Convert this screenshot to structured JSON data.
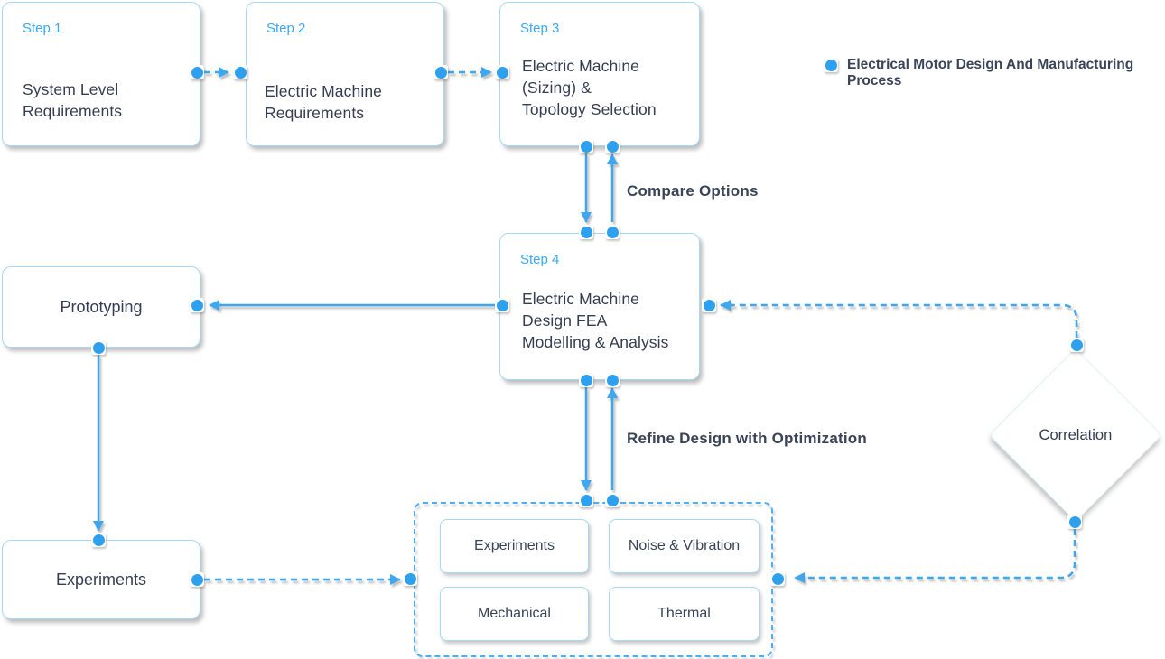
{
  "colors": {
    "accent_blue": "#3fa6f0",
    "handle_blue": "#2fa0ee",
    "box_border_blue": "#a6d9f8",
    "group_border_blue": "#4faef2",
    "step_label_blue": "#3da7f3",
    "text_dark": "#353d52",
    "edge_label_dark": "#3a4458",
    "background": "#ffffff"
  },
  "legend": {
    "label": "Electrical Motor Design And Manufacturing Process"
  },
  "edge_labels": {
    "compare_options": "Compare Options",
    "refine_design": "Refine Design with Optimization"
  },
  "nodes": {
    "step1": {
      "tag": "Step 1",
      "title": "System Level\nRequirements"
    },
    "step2": {
      "tag": "Step 2",
      "title": "Electric Machine\nRequirements"
    },
    "step3": {
      "tag": "Step 3",
      "title": "Electric Machine\n(Sizing) &\nTopology Selection"
    },
    "step4": {
      "tag": "Step 4",
      "title": "Electric Machine\nDesign FEA\nModelling & Analysis"
    },
    "prototyping": {
      "title": "Prototyping"
    },
    "experiments": {
      "title": "Experiments"
    },
    "correlation": {
      "title": "Correlation"
    },
    "validation_group": {
      "items": [
        "Experiments",
        "Noise & Vibration",
        "Mechanical",
        "Thermal"
      ]
    }
  }
}
